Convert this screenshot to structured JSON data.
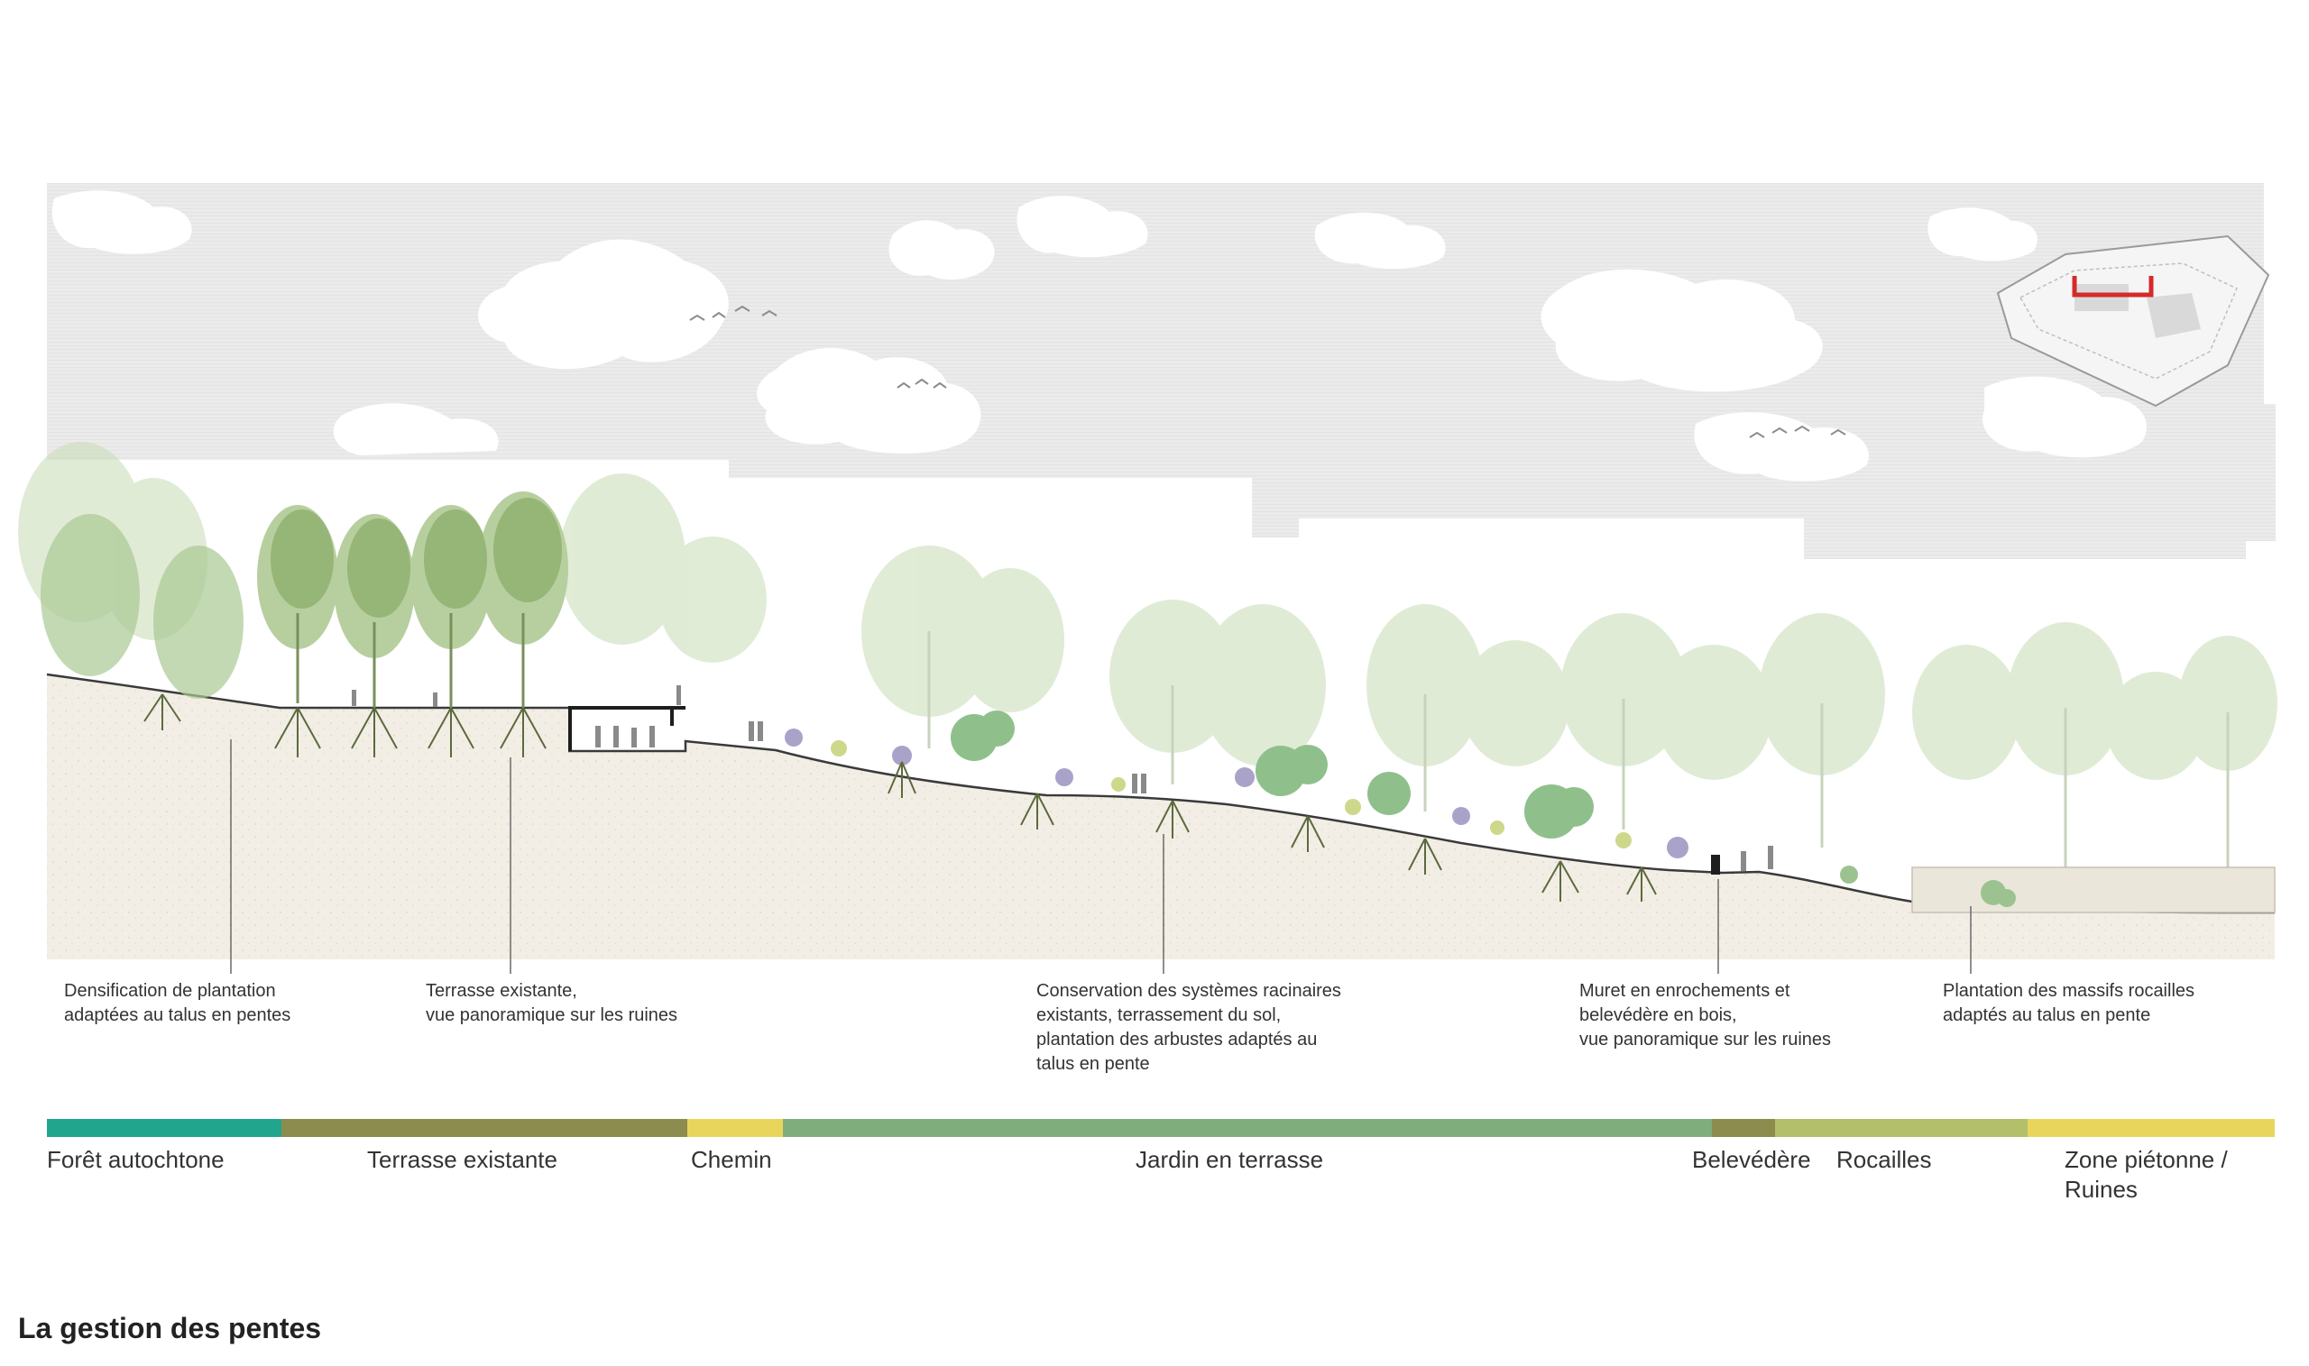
{
  "title": "La gestion des pentes",
  "annotations": [
    {
      "id": "densification",
      "lines": [
        "Densification de plantation",
        "adaptées au talus en pentes"
      ]
    },
    {
      "id": "terrasse",
      "lines": [
        "Terrasse existante,",
        "vue panoramique sur les ruines"
      ]
    },
    {
      "id": "conservation",
      "lines": [
        "Conservation des systèmes racinaires",
        "existants, terrassement du sol,",
        "plantation des arbustes adaptés au",
        "talus en pente"
      ]
    },
    {
      "id": "muret",
      "lines": [
        "Muret en enrochements et",
        "belevédère en bois,",
        "vue panoramique sur les ruines"
      ]
    },
    {
      "id": "plantation",
      "lines": [
        "Plantation des massifs rocailles",
        "adaptés au talus en pente"
      ]
    }
  ],
  "zones": [
    {
      "label": "Forêt autochtone",
      "color": "#21a68d"
    },
    {
      "label": "Terrasse existante",
      "color": "#8c8c4f"
    },
    {
      "label": "Chemin",
      "color": "#e8d55c"
    },
    {
      "label": "Jardin en terrasse",
      "color": "#80ad7c"
    },
    {
      "label": "Belevédère",
      "color": "#8c8c4f"
    },
    {
      "label": "Rocailles",
      "color": "#b4bf6b"
    },
    {
      "label": "Zone piétonne / Ruines",
      "color": "#e8d55c"
    }
  ],
  "colors": {
    "sky": "#e9e9e9",
    "ground": "#f1ece2",
    "foliage_dark": "#8aae6a",
    "foliage_light": "#c7dcb5",
    "roots": "#5c6a3e",
    "keymap_marker": "#d42a2a"
  }
}
